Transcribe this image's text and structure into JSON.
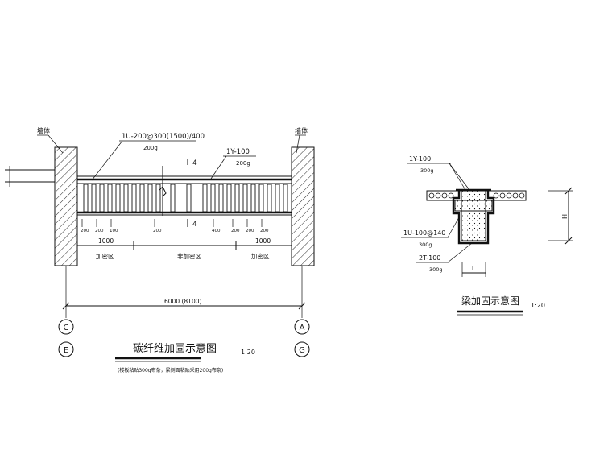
{
  "left_drawing": {
    "title": "碳纤维加固示意图",
    "scale": "1:20",
    "note": "(楼板粘贴300g布条，梁侧面粘贴采用200g布条)",
    "label_left_wall": "墙体",
    "label_right_wall": "墙体",
    "callout_main": "1U-200@300(1500)/400",
    "callout_main_weight": "200g",
    "callout_y": "1Y-100",
    "callout_y_weight": "200g",
    "section_mark_top": "4",
    "section_mark_bottom": "4",
    "spacing_labels": [
      "200",
      "200",
      "100",
      "200",
      "400",
      "200",
      "200",
      "200"
    ],
    "dim_left": "1000",
    "dim_right": "1000",
    "zone_left": "加密区",
    "zone_mid": "非加密区",
    "zone_right": "加密区",
    "span_dim": "6000 (8100)",
    "axis_left_top": "C",
    "axis_left_bottom": "E",
    "axis_right_top": "A",
    "axis_right_bottom": "G"
  },
  "right_drawing": {
    "title": "梁加固示意图",
    "scale": "1:20",
    "label_1y": "1Y-100",
    "label_1y_weight": "300g",
    "label_1u": "1U-100@140",
    "label_1u_weight": "300g",
    "label_2t": "2T-100",
    "label_2t_weight": "300g",
    "dim_h": "H",
    "dim_l": "L"
  }
}
